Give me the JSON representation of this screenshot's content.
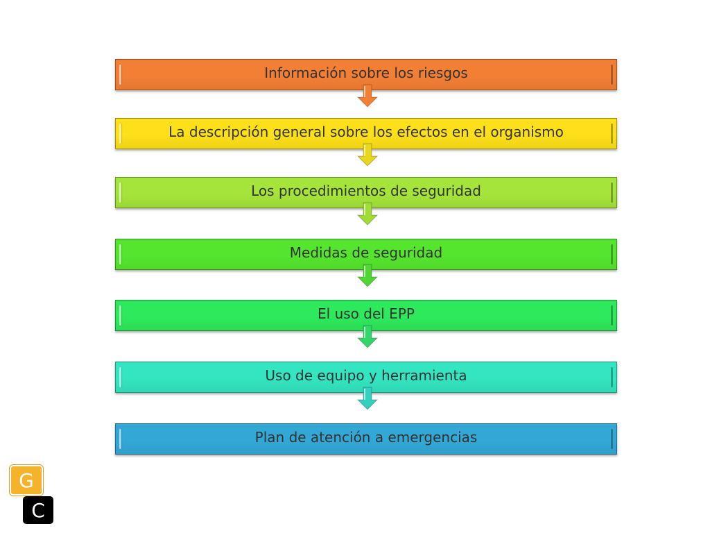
{
  "steps": [
    {
      "label": "Información sobre los riesgos",
      "color": "#f37f35",
      "arrow_color": "#f37f35"
    },
    {
      "label": "La descripción general sobre los efectos en el organismo",
      "color": "#fde019",
      "arrow_color": "#e8d71a"
    },
    {
      "label": "Los procedimientos de seguridad",
      "color": "#a5e43a",
      "arrow_color": "#a0dc36"
    },
    {
      "label": "Medidas de seguridad",
      "color": "#55e52e",
      "arrow_color": "#4fd633"
    },
    {
      "label": "El uso del EPP",
      "color": "#2ee95c",
      "arrow_color": "#33d66a"
    },
    {
      "label": "Uso de equipo y herramienta",
      "color": "#33e5c0",
      "arrow_color": "#33d0c0"
    },
    {
      "label": "Plan de atención a emergencias",
      "color": "#33a8d6",
      "arrow_color": null
    }
  ],
  "badges": {
    "g": "G",
    "c": "C"
  }
}
